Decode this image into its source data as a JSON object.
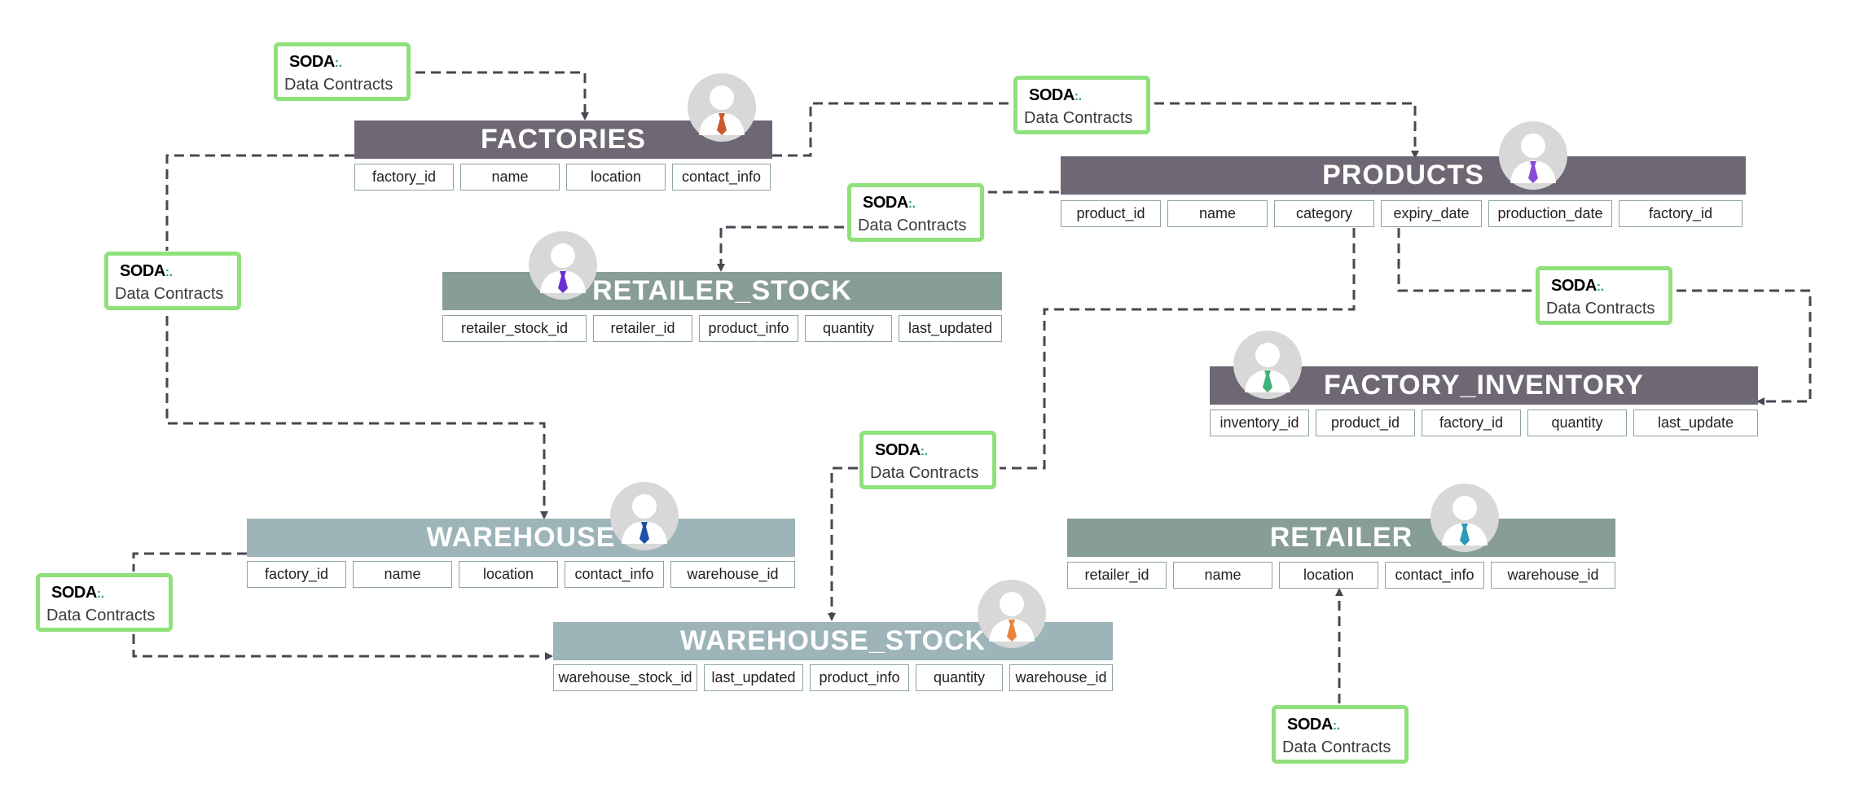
{
  "colors": {
    "dark_header": "#6e6874",
    "green_header": "#879d96",
    "blue_header": "#9db4b9",
    "contract_border": "#90e07c",
    "connector": "#4a4752"
  },
  "contract": {
    "logo": "SODA",
    "logo_dots": ":.",
    "label": "Data Contracts"
  },
  "tables": {
    "factories": {
      "title": "FACTORIES",
      "tie": "#cc5a2c",
      "fields": [
        "factory_id",
        "name",
        "location",
        "contact_info"
      ]
    },
    "products": {
      "title": "PRODUCTS",
      "tie": "#8a4ad8",
      "fields": [
        "product_id",
        "name",
        "category",
        "expiry_date",
        "production_date",
        "factory_id"
      ]
    },
    "retailer_stock": {
      "title": "RETAILER_STOCK",
      "tie": "#6a2fd0",
      "fields": [
        "retailer_stock_id",
        "retailer_id",
        "product_info",
        "quantity",
        "last_updated"
      ]
    },
    "factory_inventory": {
      "title": "FACTORY_INVENTORY",
      "tie": "#3fb37a",
      "fields": [
        "inventory_id",
        "product_id",
        "factory_id",
        "quantity",
        "last_update"
      ]
    },
    "warehouse": {
      "title": "WAREHOUSE",
      "tie": "#1f4fa8",
      "fields": [
        "factory_id",
        "name",
        "location",
        "contact_info",
        "warehouse_id"
      ]
    },
    "retailer": {
      "title": "RETAILER",
      "tie": "#2a9ab8",
      "fields": [
        "retailer_id",
        "name",
        "location",
        "contact_info",
        "warehouse_id"
      ]
    },
    "warehouse_stock": {
      "title": "WAREHOUSE_STOCK",
      "tie": "#e8843a",
      "fields": [
        "warehouse_stock_id",
        "last_updated",
        "product_info",
        "quantity",
        "warehouse_id"
      ]
    }
  }
}
